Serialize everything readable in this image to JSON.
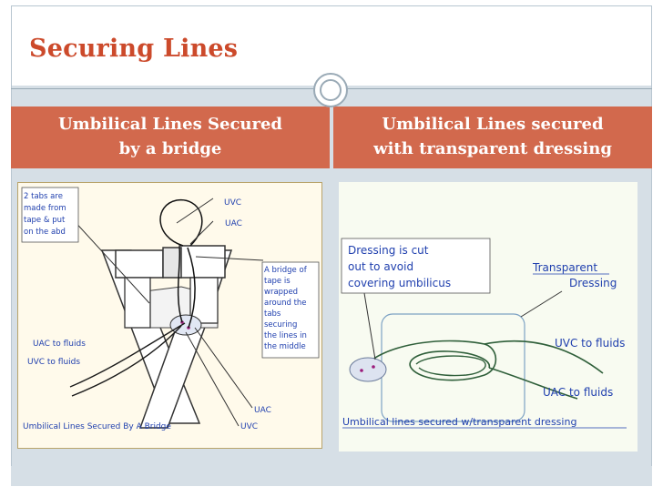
{
  "slide": {
    "title": "Securing Lines",
    "left_header": [
      "Umbilical Lines Secured",
      "by a bridge"
    ],
    "right_header": [
      "Umbilical Lines secured",
      "with transparent dressing"
    ]
  },
  "left_image": {
    "tabs_note": [
      "2 tabs are",
      "made from",
      "tape & put",
      "on the abd"
    ],
    "uvc_top": "UVC",
    "uac_top": "UAC",
    "bridge_note": [
      "A bridge of",
      "tape is",
      "wrapped",
      "around the",
      "tabs",
      "securing",
      "the lines in",
      "the middle"
    ],
    "uac_to_fluids": "UAC to fluids",
    "uvc_to_fluids": "UVC to fluids",
    "uac_bottom": "UAC",
    "uvc_bottom": "UVC",
    "caption": "Umbilical Lines Secured By  A Bridge"
  },
  "right_image": {
    "dressing_note": [
      "Dressing is cut",
      "out to avoid",
      "covering umbilicus"
    ],
    "transparent_label": [
      "Transparent",
      "Dressing"
    ],
    "uvc_to_fluids": "UVC to fluids",
    "uac_to_fluids": "UAC to fluids",
    "caption": "Umbilical lines secured w/transparent dressing"
  },
  "colors": {
    "title": "#cc4a2b",
    "header_band": "#d2694d",
    "background": "#d6dfe6",
    "photo_bg": "#fffaeb",
    "right_photo_bg": "#f8fbf1",
    "label_blue": "#1f3fae"
  }
}
